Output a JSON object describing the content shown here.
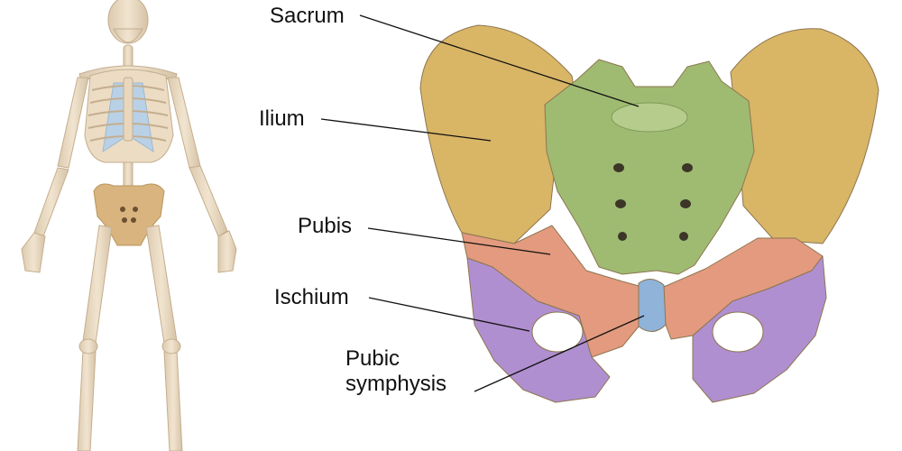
{
  "labels": {
    "sacrum": "Sacrum",
    "ilium": "Ilium",
    "pubis": "Pubis",
    "ischium": "Ischium",
    "pubic_symphysis_line1": "Pubic",
    "pubic_symphysis_line2": "symphysis"
  },
  "colors": {
    "ilium": "#d9b566",
    "sacrum": "#9fbb72",
    "pubis": "#e39a7e",
    "ischium": "#b08fd0",
    "symphysis": "#8fb3d9",
    "bone": "#ecdcc4",
    "bone_shade": "#d3c0a3",
    "leader": "#111111"
  }
}
